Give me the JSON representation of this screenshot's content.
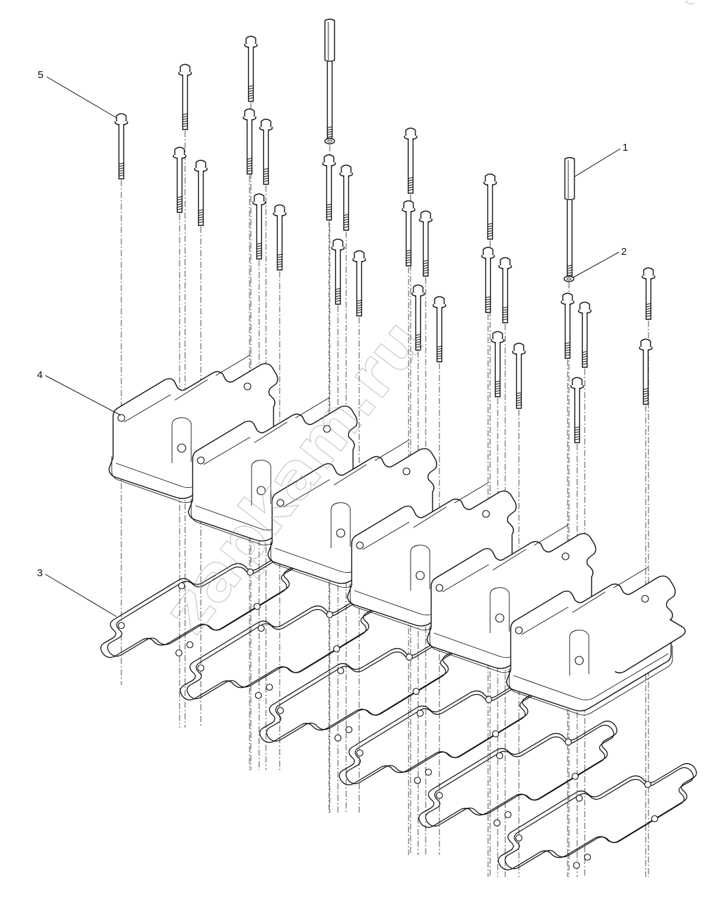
{
  "callouts": {
    "c1": "1",
    "c2": "2",
    "c3": "3",
    "c4": "4",
    "c5": "5"
  },
  "watermark": "zapkam.ru",
  "corner_mark": "°—"
}
